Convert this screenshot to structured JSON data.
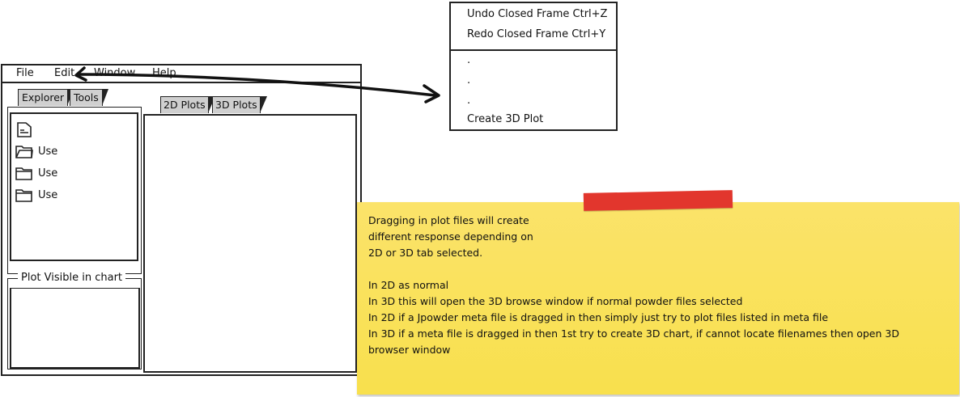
{
  "menu": [
    "File",
    "Edit",
    "Window",
    "Help"
  ],
  "left_tabs": [
    "Explorer",
    "Tools"
  ],
  "tree_items": [
    {
      "icon": "document-icon",
      "label": ""
    },
    {
      "icon": "folder-open-icon",
      "label": "Use"
    },
    {
      "icon": "folder-icon",
      "label": "Use"
    },
    {
      "icon": "folder-icon",
      "label": "Use"
    }
  ],
  "plot_group_title": "Plot Visible in chart",
  "plot_tabs": [
    "2D Plots",
    "3D Plots"
  ],
  "edit_menu": {
    "items_top": [
      "Undo Closed Frame Ctrl+Z",
      "Redo Closed Frame Ctrl+Y"
    ],
    "items_bottom": [
      ".",
      ".",
      ".",
      "Create 3D Plot"
    ]
  },
  "note": {
    "lines": [
      "Dragging in plot files will create",
      "different response depending on",
      "2D or 3D tab selected.",
      "",
      "In 2D as normal",
      "In 3D this will open the 3D browse window if normal powder files selected",
      "In 2D if a Jpowder meta file is dragged in then simply just try to plot files listed in meta file",
      "In 3D if a meta file is dragged in then 1st try to create 3D chart, if cannot locate filenames then open 3D",
      "browser window"
    ]
  },
  "colors": {
    "note_yellow": "#f8e04d",
    "tape_red": "#e2362d",
    "tab_gray": "#cfcfcf"
  }
}
